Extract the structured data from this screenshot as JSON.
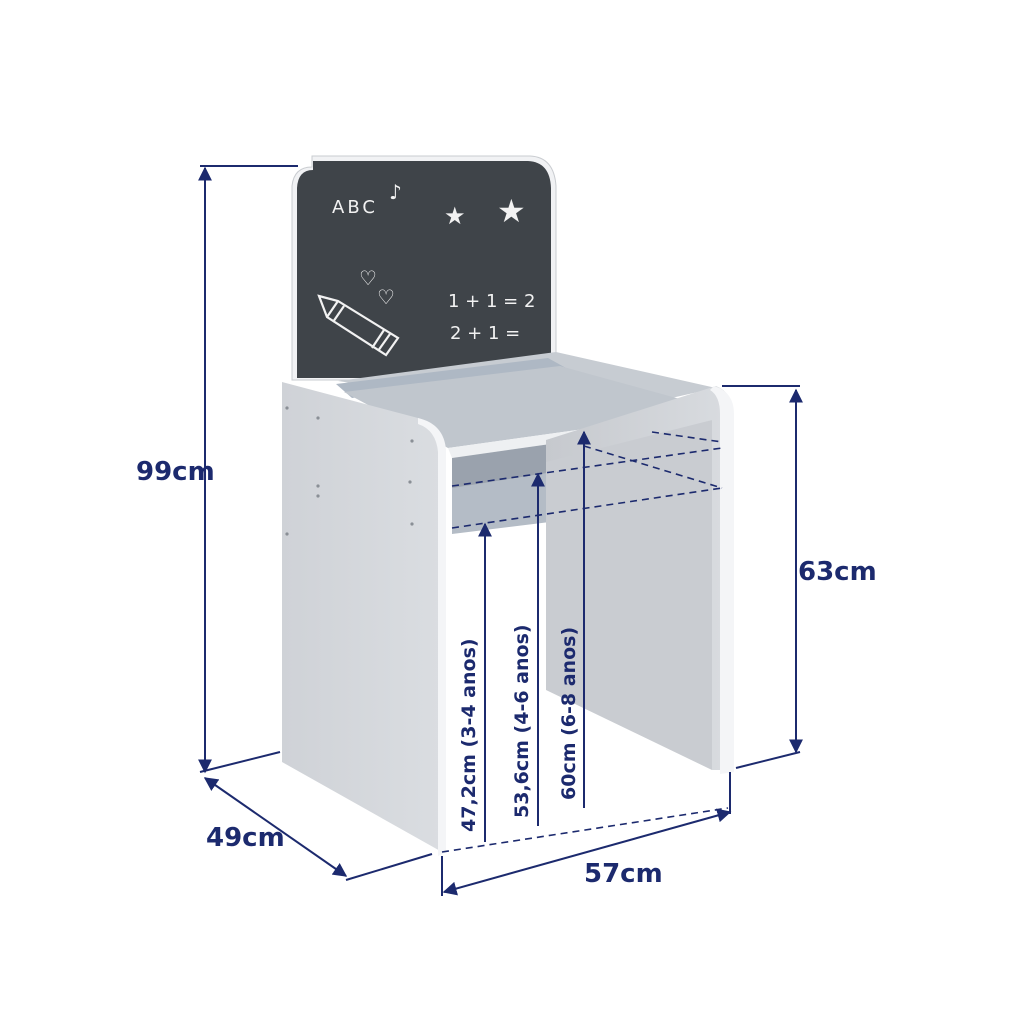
{
  "dimensions": {
    "total_height": "99cm",
    "desk_height": "63cm",
    "depth": "49cm",
    "width": "57cm",
    "seat_heights": [
      "47,2cm (3-4 anos)",
      "53,6cm (4-6 anos)",
      "60cm (6-8 anos)"
    ]
  },
  "chalkboard": {
    "letters": "ABC",
    "equation_1": "1 + 1 = 2",
    "equation_2": "2 + 1 ="
  },
  "colors": {
    "dimension_ink": "#1c2a6e",
    "chalkboard": "#3f4449",
    "body": "#d5d8dd",
    "panel_edge": "#f4f5f7"
  }
}
